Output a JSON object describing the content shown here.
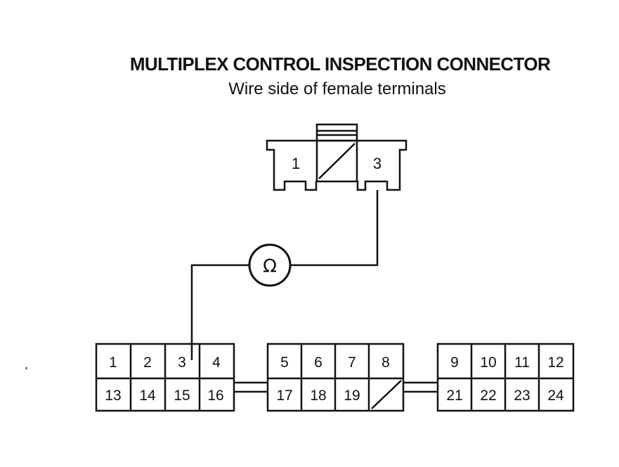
{
  "title": "MULTIPLEX CONTROL INSPECTION CONNECTOR",
  "subtitle": "Wire side of female terminals",
  "meter_symbol": "Ω",
  "inspection_connector": {
    "pins": [
      "1",
      "3"
    ]
  },
  "main_connector": {
    "blocks": [
      {
        "top": [
          "1",
          "2",
          "3",
          "4"
        ],
        "bottom": [
          "13",
          "14",
          "15",
          "16"
        ]
      },
      {
        "top": [
          "5",
          "6",
          "7",
          "8"
        ],
        "bottom": [
          "17",
          "18",
          "19",
          ""
        ]
      },
      {
        "top": [
          "9",
          "10",
          "11",
          "12"
        ],
        "bottom": [
          "21",
          "22",
          "23",
          "24"
        ]
      }
    ]
  },
  "colors": {
    "line": "#111111",
    "background": "#ffffff"
  }
}
